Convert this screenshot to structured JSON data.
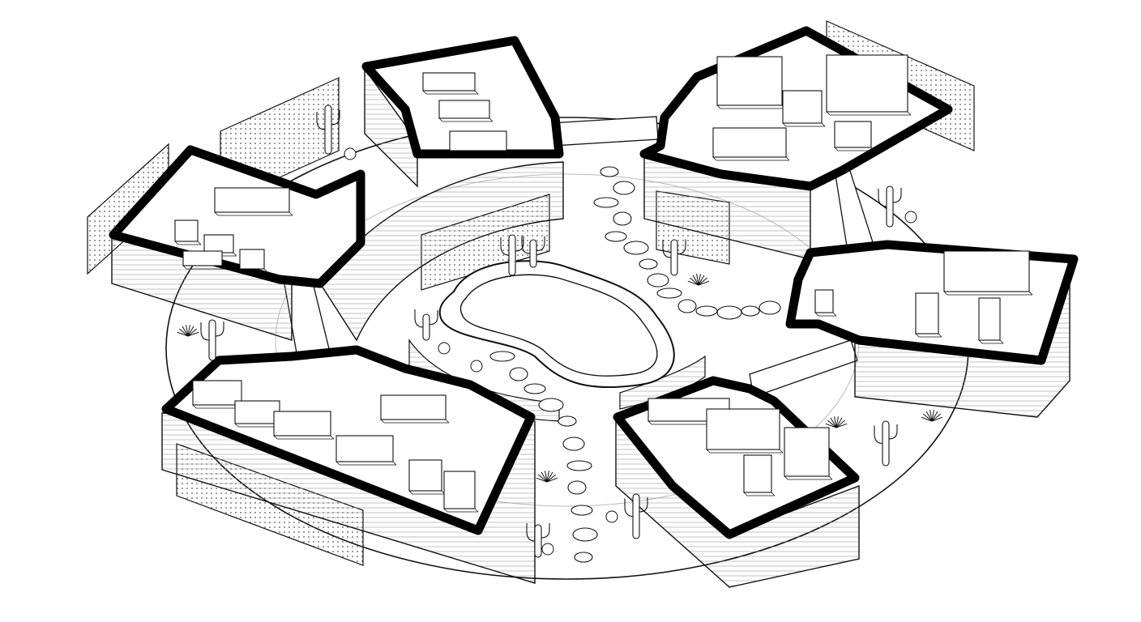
{
  "drawing": {
    "style": "axonometric line drawing",
    "colors": {
      "ink": "#000000",
      "paper": "#ffffff",
      "hatch": "#555555",
      "shadow": "#dddddd",
      "pool_fill": "#ffffff"
    },
    "components": [
      {
        "kind": "pavilion",
        "name": "pavilion-west",
        "furniture": [
          "kitchen-island",
          "armchair",
          "armchair",
          "coffee-table",
          "sofa"
        ]
      },
      {
        "kind": "pavilion",
        "name": "pavilion-north",
        "furniture": [
          "sofa",
          "bench",
          "sofa"
        ]
      },
      {
        "kind": "pavilion",
        "name": "pavilion-northeast",
        "furniture": [
          "bookshelf",
          "bookshelf",
          "desk",
          "curved-counter",
          "sofa"
        ]
      },
      {
        "kind": "pavilion",
        "name": "pavilion-east",
        "furniture": [
          "bookshelf",
          "bench",
          "bench",
          "armchair"
        ]
      },
      {
        "kind": "pavilion",
        "name": "pavilion-south",
        "furniture": [
          "bench",
          "l-desk",
          "shelf"
        ]
      },
      {
        "kind": "pavilion",
        "name": "pavilion-southwest",
        "furniture": [
          "bookshelf",
          "bench",
          "sofa",
          "sofa",
          "counter",
          "bench",
          "bench"
        ]
      },
      {
        "kind": "pool",
        "name": "central-pool"
      },
      {
        "kind": "path",
        "name": "stepping-stone-path"
      },
      {
        "kind": "plant",
        "name": "cacti-and-agaves"
      }
    ]
  }
}
